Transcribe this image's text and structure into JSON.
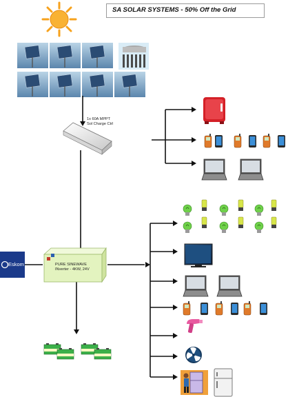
{
  "title": "SA SOLAR SYSTEMS - 50%  Off the Grid",
  "charge_controller": {
    "line1": "1x 60A MPPT",
    "line2": "Sol Charge Ctrl"
  },
  "inverter": {
    "line1": "PURE SINEWAVE",
    "line2": "INverter - 4KW, 24V"
  },
  "grid_supplier": "Eskom",
  "colors": {
    "sun": "#f7a21c",
    "panel": "#3c6c9c",
    "arrow": "#111111",
    "fridge_red": "#d42027",
    "inverter_green": "#e3f3bf",
    "eskom_blue": "#1b3a8a",
    "battery_green": "#3cb04a"
  },
  "icons": [
    "sun-icon",
    "solar-panel-icon",
    "solar-geyser-icon",
    "charge-controller-icon",
    "mini-fridge-icon",
    "phone-icon",
    "laptop-icon",
    "eskom-logo",
    "inverter-icon",
    "battery-icon",
    "cfl-bulb-icon",
    "bulb-icon",
    "tv-icon",
    "hair-dryer-icon",
    "fan-icon",
    "fridge-icon"
  ]
}
